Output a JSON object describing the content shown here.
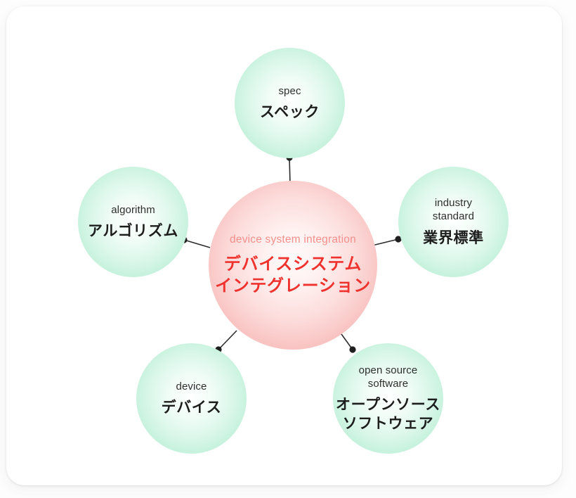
{
  "diagram": {
    "type": "radial-concept-map",
    "center": {
      "id": "device-system-integration",
      "label_en": "device system integration",
      "label_ja_line1": "デバイスシステム",
      "label_ja_line2": "インテグレーション",
      "color": "#f4a5a2",
      "text_color_en": "#f58f8b",
      "text_color_ja": "#f0322e"
    },
    "nodes": [
      {
        "id": "spec",
        "label_en_line1": "spec",
        "label_en_line2": "",
        "label_ja_line1": "スペック",
        "label_ja_line2": "",
        "color": "#aeebcd"
      },
      {
        "id": "industry-standard",
        "label_en_line1": "industry",
        "label_en_line2": "standard",
        "label_ja_line1": "業界標準",
        "label_ja_line2": "",
        "color": "#aeebcd"
      },
      {
        "id": "open-source-software",
        "label_en_line1": "open source",
        "label_en_line2": "software",
        "label_ja_line1": "オープンソース",
        "label_ja_line2": "ソフトウェア",
        "color": "#aeebcd"
      },
      {
        "id": "device",
        "label_en_line1": "device",
        "label_en_line2": "",
        "label_ja_line1": "デバイス",
        "label_ja_line2": "",
        "color": "#aeebcd"
      },
      {
        "id": "algorithm",
        "label_en_line1": "algorithm",
        "label_en_line2": "",
        "label_ja_line1": "アルゴリズム",
        "label_ja_line2": "",
        "color": "#aeebcd"
      }
    ]
  }
}
